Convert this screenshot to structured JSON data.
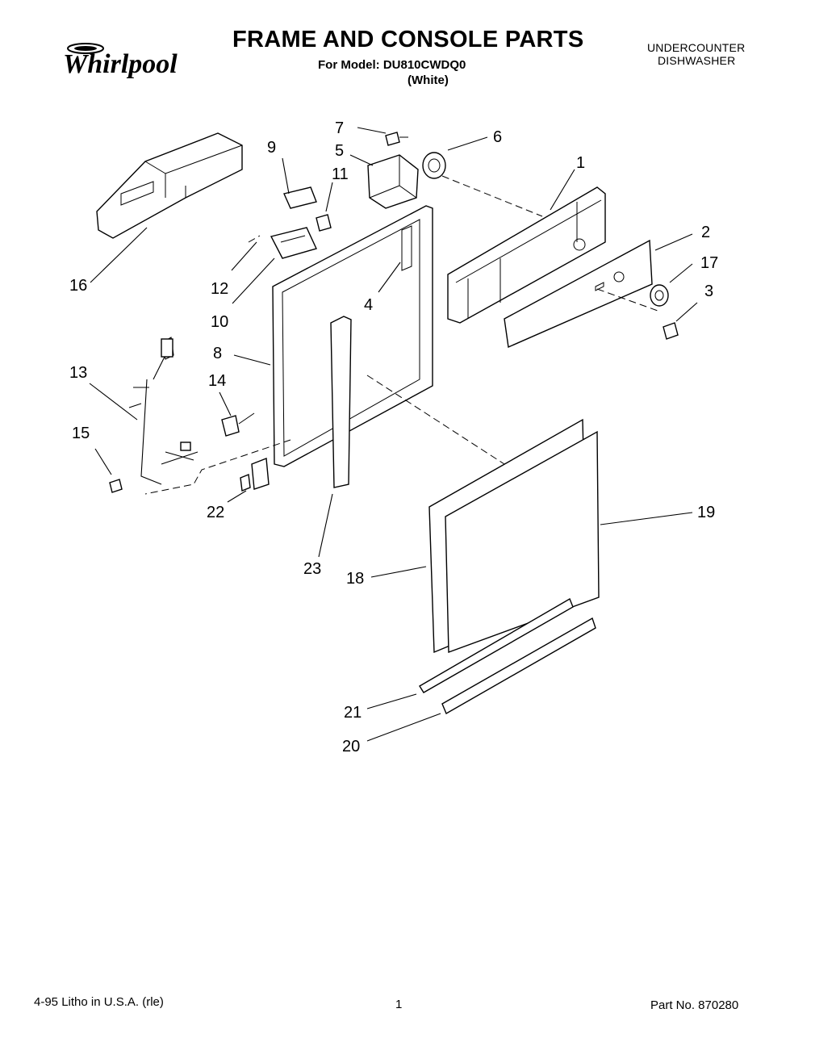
{
  "brand": "Whirlpool",
  "header": {
    "title": "FRAME AND CONSOLE PARTS",
    "model_line": "For Model: DU810CWDQ0",
    "color_line": "(White)",
    "category_line1": "UNDERCOUNTER",
    "category_line2": "DISHWASHER"
  },
  "footer": {
    "left": "4-95  Litho in U.S.A. (rle)",
    "page": "1",
    "part_no": "Part No. 870280"
  },
  "callouts": {
    "c1": "1",
    "c2": "2",
    "c3": "3",
    "c4": "4",
    "c5": "5",
    "c6": "6",
    "c7": "7",
    "c8": "8",
    "c9": "9",
    "c10": "10",
    "c11": "11",
    "c12": "12",
    "c13": "13",
    "c14": "14",
    "c15": "15",
    "c16": "16",
    "c17": "17",
    "c18": "18",
    "c19": "19",
    "c20": "20",
    "c21": "21",
    "c22": "22",
    "c23": "23"
  }
}
